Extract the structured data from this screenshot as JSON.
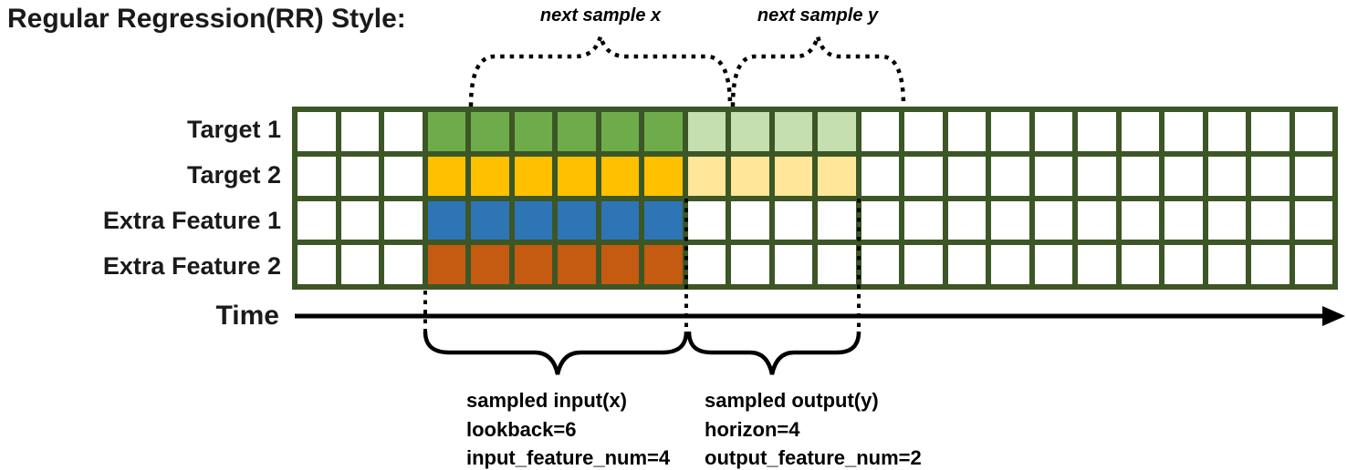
{
  "title": "Regular Regression(RR) Style:",
  "annotations": {
    "next_sample_x": "next sample x",
    "next_sample_y": "next sample y",
    "time_label": "Time",
    "input_lines": [
      "sampled input(x)",
      "lookback=6",
      "input_feature_num=4"
    ],
    "output_lines": [
      "sampled output(y)",
      "horizon=4",
      "output_feature_num=2"
    ]
  },
  "grid": {
    "columns": 24,
    "input_start_col": 4,
    "lookback": 6,
    "horizon": 4,
    "border_color": "#3D5626",
    "rows": [
      {
        "label": "Target 1",
        "solid": "#6EAC4B",
        "light": "#C5DFB1"
      },
      {
        "label": "Target 2",
        "solid": "#FFC000",
        "light": "#FFE699"
      },
      {
        "label": "Extra Feature 1",
        "solid": "#2E75B6",
        "light": null
      },
      {
        "label": "Extra Feature 2",
        "solid": "#C55A11",
        "light": null
      }
    ]
  },
  "colors": {
    "annotation_black": "#000000",
    "background": "#ffffff"
  }
}
